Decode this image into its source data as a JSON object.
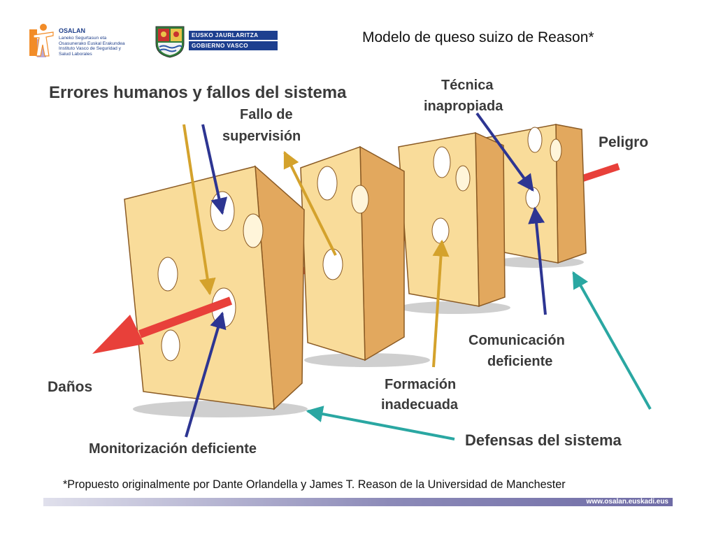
{
  "header": {
    "osalan_name": "OSALAN",
    "osalan_sub_1": "Laneko Segurtasun eta",
    "osalan_sub_2": "Osasunerako Euskal Erakundea",
    "osalan_sub_3": "Instituto Vasco de Seguridad y",
    "osalan_sub_4": "Salud Laborales",
    "gv_line_1": "EUSKO JAURLARITZA",
    "gv_line_2": "GOBIERNO VASCO",
    "title": "Modelo de queso suizo de Reason*"
  },
  "diagram": {
    "label_errores": "Errores humanos y fallos del sistema",
    "label_fallo_1": "Fallo de",
    "label_fallo_2": "supervisión",
    "label_tecnica_1": "Técnica",
    "label_tecnica_2": "inapropiada",
    "label_peligro": "Peligro",
    "label_danos": "Daños",
    "label_comunicacion_1": "Comunicación",
    "label_comunicacion_2": "deficiente",
    "label_formacion_1": "Formación",
    "label_formacion_2": "inadecuada",
    "label_defensas": "Defensas del sistema",
    "label_monitorizacion": "Monitorización deficiente",
    "colors": {
      "cheese_face": "#f9dc9a",
      "cheese_side": "#e2a85e",
      "cheese_edge": "#8a5a24",
      "arrow_red": "#e8403a",
      "arrow_gold": "#d4a22c",
      "arrow_navy": "#2d3592",
      "arrow_teal": "#2aa7a2"
    }
  },
  "footer": {
    "footnote": "*Propuesto originalmente por Dante Orlandella y James T. Reason de la Universidad de Manchester",
    "url": "www.osalan.euskadi.eus"
  }
}
